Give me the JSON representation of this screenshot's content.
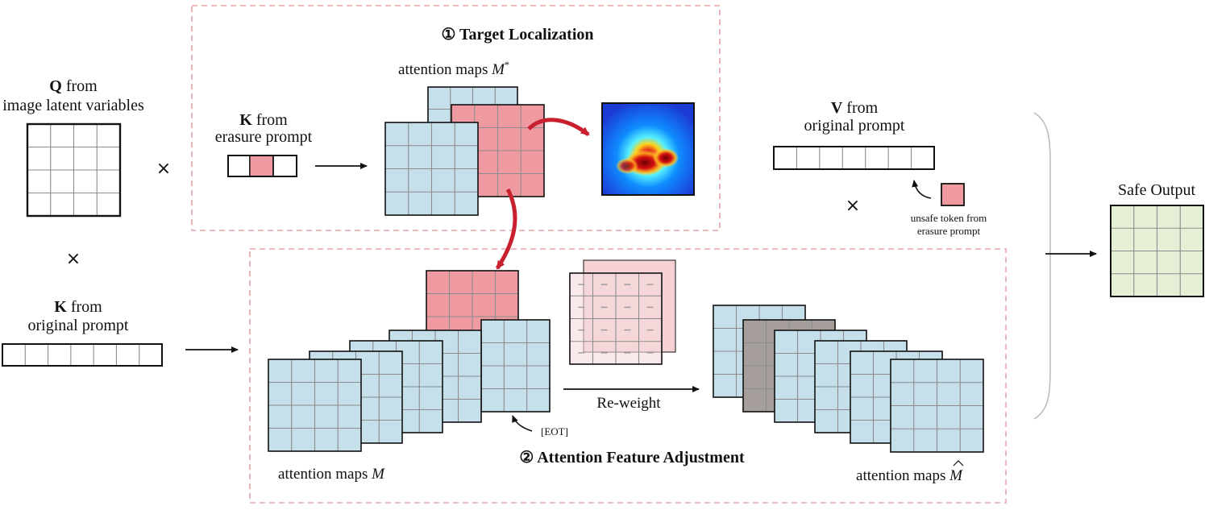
{
  "stage1": {
    "title": "① Target Localization",
    "k_bold": "K",
    "k_rest": " from",
    "k_line2": "erasure prompt",
    "attn_prefix": "attention maps ",
    "attn_symbol": "M",
    "attn_sup": "*"
  },
  "stage2": {
    "title": "② Attention Feature Adjustment",
    "eot_label": "[EOT]",
    "reweight_label": "Re-weight",
    "attn_m_prefix": "attention maps ",
    "attn_m_symbol": "M",
    "attn_mhat_prefix": "attention maps ",
    "attn_mhat_symbol": "M"
  },
  "q_input": {
    "bold": "Q",
    "rest": "  from",
    "line2": "image latent variables"
  },
  "k_input": {
    "bold": "K",
    "rest": " from",
    "line2": "original prompt"
  },
  "v_input": {
    "bold": "V",
    "rest": " from",
    "line2": "original prompt"
  },
  "unsafe_token": {
    "line1": "unsafe token from",
    "line2": "erasure prompt"
  },
  "times_symbol": "×",
  "output": {
    "label": "Safe Output"
  },
  "colors": {
    "blue_map": "#c5dfeb",
    "pink_map": "#ef9aa1",
    "gray_map": "#a59e9a",
    "green_output": "#e4efd6",
    "dashed_border": "#eaa5a9",
    "red_arrow": "#c8202e"
  }
}
